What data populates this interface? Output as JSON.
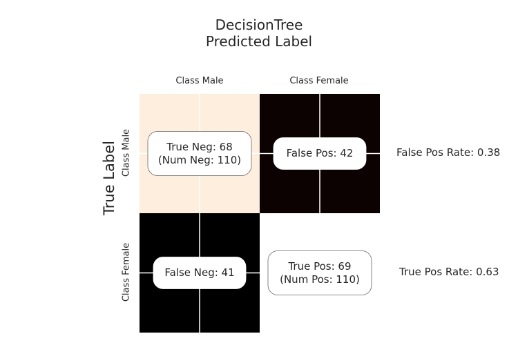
{
  "chart_data": {
    "type": "heatmap",
    "title": "DecisionTree",
    "subtitle": "Predicted Label",
    "ylabel": "True Label",
    "columns": [
      "Class Male",
      "Class Female"
    ],
    "rows": [
      "Class Male",
      "Class Female"
    ],
    "values": [
      [
        68,
        42
      ],
      [
        41,
        69
      ]
    ],
    "colors": [
      [
        "#fdeedd",
        "#0d0202"
      ],
      [
        "#000000",
        "#ffffff"
      ]
    ],
    "cells": [
      [
        {
          "lines": [
            "True Neg: 68",
            "(Num Neg: 110)"
          ],
          "box": "outlined"
        },
        {
          "lines": [
            "False Pos: 42"
          ],
          "box": "filled"
        }
      ],
      [
        {
          "lines": [
            "False Neg: 41"
          ],
          "box": "filled"
        },
        {
          "lines": [
            "True Pos: 69",
            "(Num Pos: 110)"
          ],
          "box": "outlined"
        }
      ]
    ],
    "rates": [
      "False Pos Rate: 0.38",
      "True Pos Rate: 0.63"
    ],
    "grid": true
  }
}
